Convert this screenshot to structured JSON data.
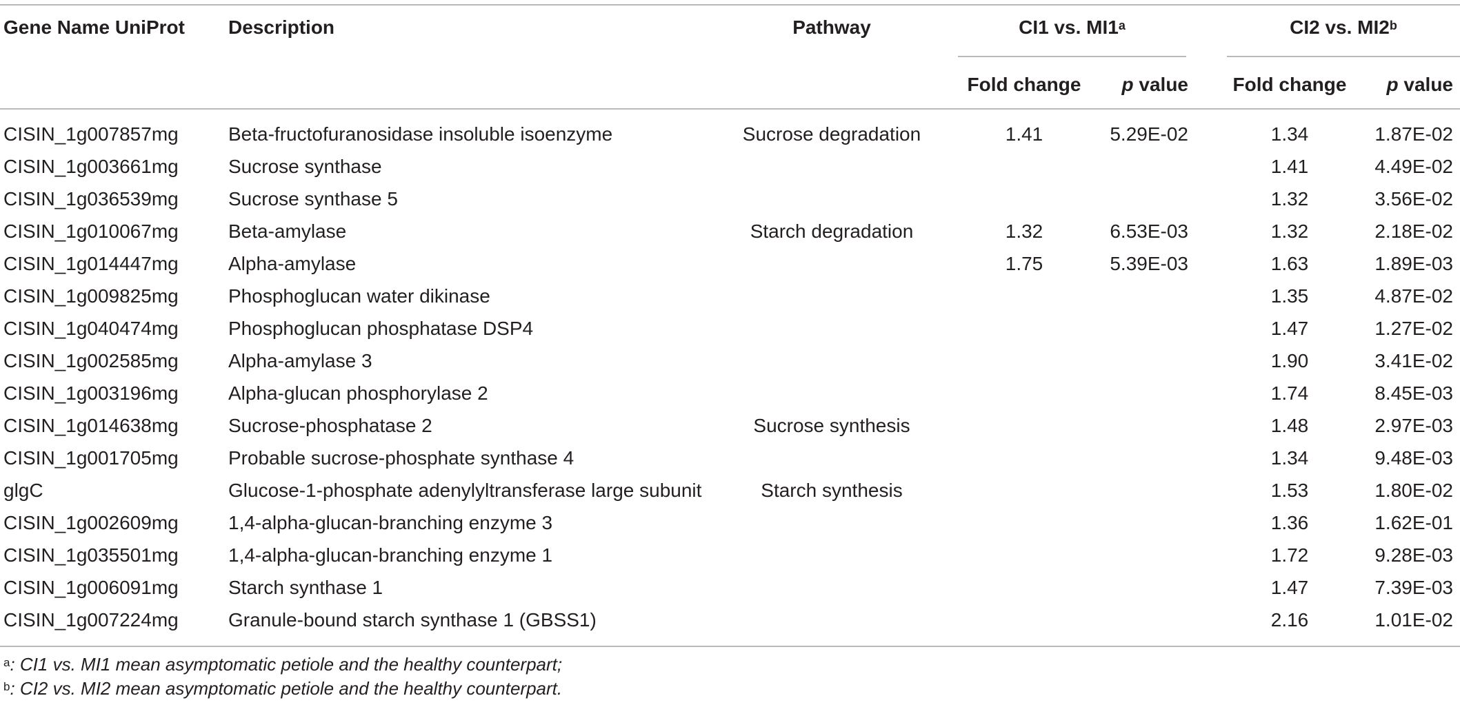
{
  "headers": {
    "gene": "Gene Name UniProt",
    "description": "Description",
    "pathway": "Pathway",
    "group1": {
      "label": "CI1 vs. MI1",
      "sup": "a"
    },
    "group2": {
      "label": "CI2 vs. MI2",
      "sup": "b"
    },
    "fold_change": "Fold change",
    "p_italic": "p",
    "value": " value"
  },
  "rows": [
    {
      "gene": "CISIN_1g007857mg",
      "description": "Beta-fructofuranosidase insoluble isoenzyme",
      "pathway": "Sucrose degradation",
      "fc1": "1.41",
      "p1": "5.29E-02",
      "fc2": "1.34",
      "p2": "1.87E-02"
    },
    {
      "gene": "CISIN_1g003661mg",
      "description": "Sucrose synthase",
      "pathway": "",
      "fc1": "",
      "p1": "",
      "fc2": "1.41",
      "p2": "4.49E-02"
    },
    {
      "gene": "CISIN_1g036539mg",
      "description": "Sucrose synthase 5",
      "pathway": "",
      "fc1": "",
      "p1": "",
      "fc2": "1.32",
      "p2": "3.56E-02"
    },
    {
      "gene": "CISIN_1g010067mg",
      "description": "Beta-amylase",
      "pathway": "Starch degradation",
      "fc1": "1.32",
      "p1": "6.53E-03",
      "fc2": "1.32",
      "p2": "2.18E-02"
    },
    {
      "gene": "CISIN_1g014447mg",
      "description": "Alpha-amylase",
      "pathway": "",
      "fc1": "1.75",
      "p1": "5.39E-03",
      "fc2": "1.63",
      "p2": "1.89E-03"
    },
    {
      "gene": "CISIN_1g009825mg",
      "description": "Phosphoglucan water dikinase",
      "pathway": "",
      "fc1": "",
      "p1": "",
      "fc2": "1.35",
      "p2": "4.87E-02"
    },
    {
      "gene": "CISIN_1g040474mg",
      "description": "Phosphoglucan phosphatase DSP4",
      "pathway": "",
      "fc1": "",
      "p1": "",
      "fc2": "1.47",
      "p2": "1.27E-02"
    },
    {
      "gene": "CISIN_1g002585mg",
      "description": "Alpha-amylase 3",
      "pathway": "",
      "fc1": "",
      "p1": "",
      "fc2": "1.90",
      "p2": "3.41E-02"
    },
    {
      "gene": "CISIN_1g003196mg",
      "description": "Alpha-glucan phosphorylase 2",
      "pathway": "",
      "fc1": "",
      "p1": "",
      "fc2": "1.74",
      "p2": "8.45E-03"
    },
    {
      "gene": "CISIN_1g014638mg",
      "description": "Sucrose-phosphatase 2",
      "pathway": "Sucrose synthesis",
      "fc1": "",
      "p1": "",
      "fc2": "1.48",
      "p2": "2.97E-03"
    },
    {
      "gene": "CISIN_1g001705mg",
      "description": "Probable sucrose-phosphate synthase 4",
      "pathway": "",
      "fc1": "",
      "p1": "",
      "fc2": "1.34",
      "p2": "9.48E-03"
    },
    {
      "gene": "glgC",
      "description": "Glucose-1-phosphate adenylyltransferase large subunit",
      "pathway": "Starch synthesis",
      "fc1": "",
      "p1": "",
      "fc2": "1.53",
      "p2": "1.80E-02"
    },
    {
      "gene": "CISIN_1g002609mg",
      "description": "1,4-alpha-glucan-branching enzyme 3",
      "pathway": "",
      "fc1": "",
      "p1": "",
      "fc2": "1.36",
      "p2": "1.62E-01"
    },
    {
      "gene": "CISIN_1g035501mg",
      "description": "1,4-alpha-glucan-branching enzyme 1",
      "pathway": "",
      "fc1": "",
      "p1": "",
      "fc2": "1.72",
      "p2": "9.28E-03"
    },
    {
      "gene": "CISIN_1g006091mg",
      "description": "Starch synthase 1",
      "pathway": "",
      "fc1": "",
      "p1": "",
      "fc2": "1.47",
      "p2": "7.39E-03"
    },
    {
      "gene": "CISIN_1g007224mg",
      "description": "Granule-bound starch synthase 1 (GBSS1)",
      "pathway": "",
      "fc1": "",
      "p1": "",
      "fc2": "2.16",
      "p2": "1.01E-02"
    }
  ],
  "footnotes": [
    {
      "sup": "a",
      "text": ": CI1 vs. MI1 mean asymptomatic petiole and the healthy counterpart;"
    },
    {
      "sup": "b",
      "text": ": CI2 vs. MI2 mean asymptomatic petiole and the healthy counterpart."
    }
  ]
}
